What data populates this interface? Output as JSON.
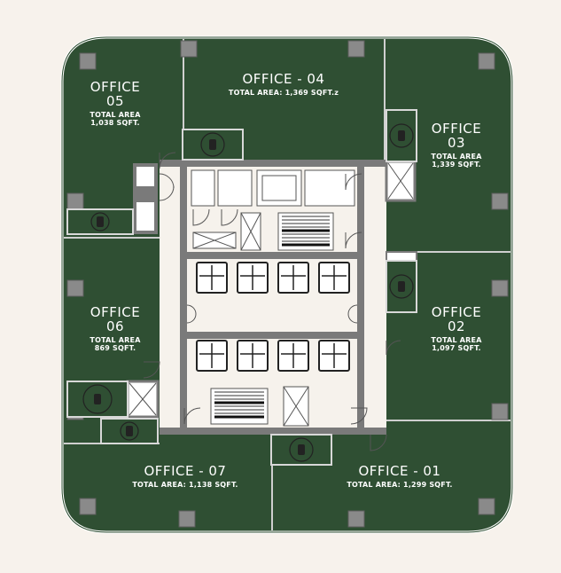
{
  "colors": {
    "background": "#f7f2ec",
    "office_fill": "#2f4f33",
    "wall": "#7a7a7a",
    "core_fill": "#f6f2ec",
    "column": "#8a8a8a",
    "line": "#ffffff"
  },
  "offices": [
    {
      "id": "office-05",
      "name_line1": "OFFICE",
      "name_line2": "05",
      "area_line1": "TOTAL AREA",
      "area_line2": "1,038 SQFT."
    },
    {
      "id": "office-04",
      "name_line1": "OFFICE - 04",
      "name_line2": "",
      "area_line1": "TOTAL AREA: 1,369 SQFT.z",
      "area_line2": ""
    },
    {
      "id": "office-03",
      "name_line1": "OFFICE",
      "name_line2": "03",
      "area_line1": "TOTAL AREA",
      "area_line2": "1,339 SQFT."
    },
    {
      "id": "office-06",
      "name_line1": "OFFICE",
      "name_line2": "06",
      "area_line1": "TOTAL AREA",
      "area_line2": "869 SQFT."
    },
    {
      "id": "office-02",
      "name_line1": "OFFICE",
      "name_line2": "02",
      "area_line1": "TOTAL AREA",
      "area_line2": "1,097 SQFT."
    },
    {
      "id": "office-07",
      "name_line1": "OFFICE - 07",
      "name_line2": "",
      "area_line1": "TOTAL AREA: 1,138 SQFT.",
      "area_line2": ""
    },
    {
      "id": "office-01",
      "name_line1": "OFFICE - 01",
      "name_line2": "",
      "area_line1": "TOTAL AREA: 1,299 SQFT.",
      "area_line2": ""
    }
  ],
  "core": {
    "lift_count": 8,
    "stair_count": 2
  }
}
